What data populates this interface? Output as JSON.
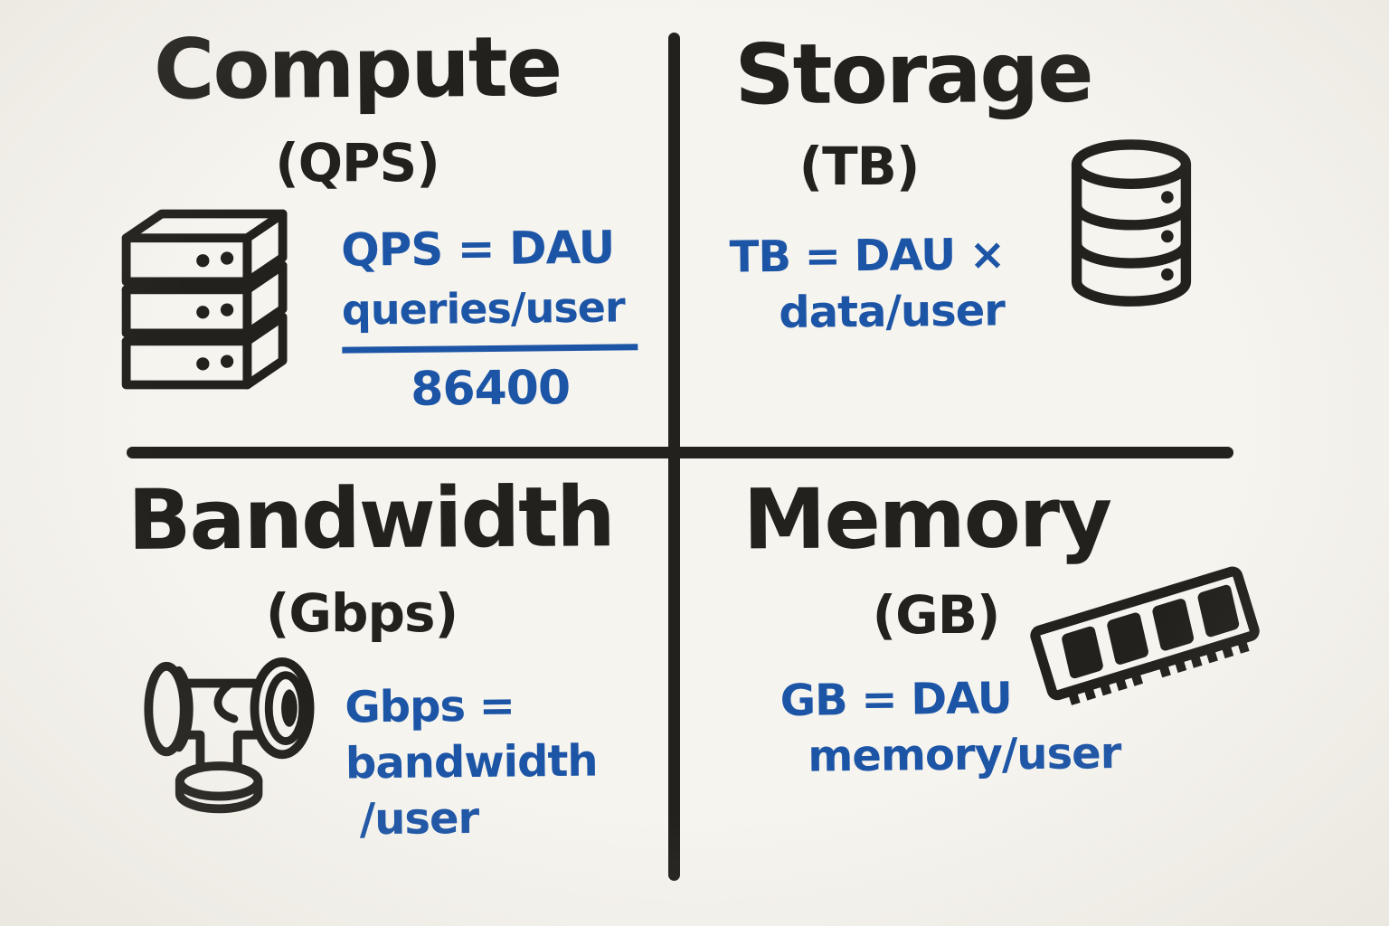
{
  "palette": {
    "background": "#f6f4ef",
    "ink": "#23211e",
    "accent": "#1d55a6"
  },
  "compute": {
    "title": "Compute",
    "unit": "(QPS)",
    "icon": "server-stack-icon",
    "formula": {
      "line1": "QPS = DAU",
      "numerator": "queries/user",
      "denominator": "86400"
    }
  },
  "storage": {
    "title": "Storage",
    "unit": "(TB)",
    "icon": "database-icon",
    "formula": {
      "line1": "TB = DAU ×",
      "line2": "data/user"
    }
  },
  "bandwidth": {
    "title": "Bandwidth",
    "unit": "(Gbps)",
    "icon": "pipe-icon",
    "formula": {
      "line1": "Gbps =",
      "line2": "bandwidth",
      "line3": "/user"
    }
  },
  "memory": {
    "title": "Memory",
    "unit": "(GB)",
    "icon": "ram-icon",
    "formula": {
      "line1": "GB = DAU",
      "line2": "memory/user"
    }
  }
}
